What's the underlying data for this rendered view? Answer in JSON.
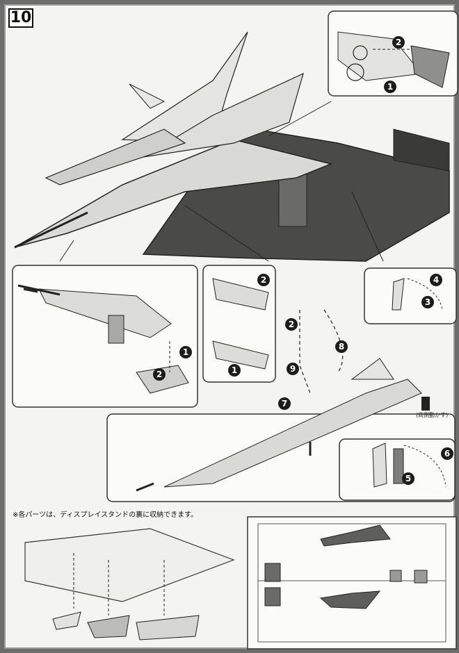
{
  "step": {
    "number": "10"
  },
  "callouts": {
    "top_right": [
      "2",
      "1"
    ],
    "rifle": [
      "1",
      "2"
    ],
    "wing_steps": [
      "2",
      "2",
      "1"
    ],
    "fin_top": [
      "4",
      "3"
    ],
    "sequence": [
      "8",
      "9",
      "7"
    ],
    "fin_bottom": [
      "6",
      "5"
    ]
  },
  "captions": {
    "both_sides": "(両側動かす)"
  },
  "note": "※各パーツは、ディスプレイスタンドの裏に収納できます。",
  "colors": {
    "ink": "#1c1c1c",
    "paper": "#f4f4f2",
    "stand": "#4a4a48",
    "border": "#6d6d6d"
  }
}
